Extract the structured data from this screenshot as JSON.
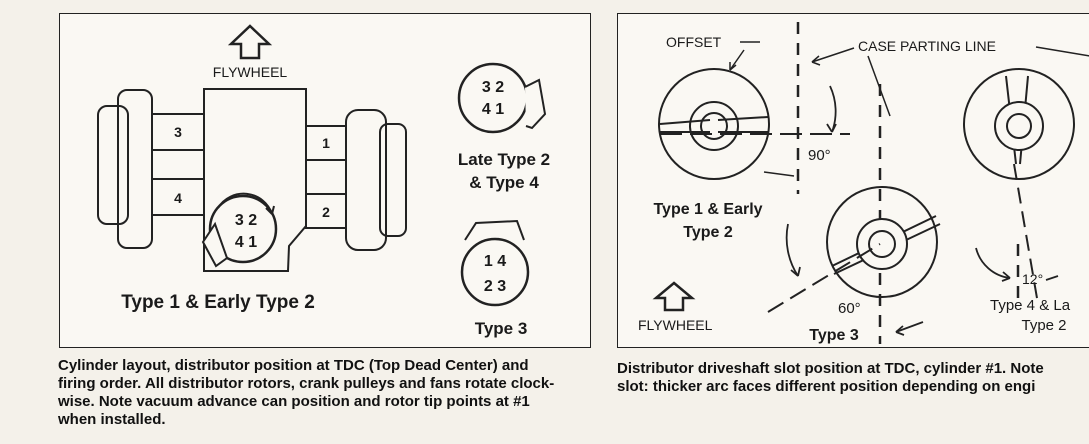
{
  "left_diagram": {
    "flywheel_label": "FLYWHEEL",
    "cylinders": {
      "c1": "1",
      "c2": "2",
      "c3": "3",
      "c4": "4"
    },
    "distributor_main": {
      "row1": "3 2",
      "row2": "4 1"
    },
    "distributor_late": {
      "row1": "3 2",
      "row2": "4 1"
    },
    "distributor_type3": {
      "row1": "1 4",
      "row2": "2 3"
    },
    "type1_title": "Type 1 & Early Type 2",
    "late_label_line1": "Late Type 2",
    "late_label_line2": "& Type 4",
    "type3_label": "Type 3"
  },
  "caption_left": {
    "line1": "Cylinder layout, distributor position at TDC (Top Dead Center) and",
    "line2": "firing order. All distributor rotors, crank pulleys and fans rotate clock-",
    "line3": "wise. Note vacuum advance can position and rotor tip points at #1",
    "line4": "when installed."
  },
  "right_diagram": {
    "offset_label": "OFFSET",
    "case_parting_label": "CASE PARTING LINE",
    "angle_90": "90°",
    "angle_60": "60°",
    "angle_12": "12°",
    "type1_line1": "Type 1 & Early",
    "type1_line2": "Type 2",
    "type3_label": "Type 3",
    "type4_line1": "Type 4 & La",
    "type4_line2": "Type 2",
    "flywheel_label": "FLYWHEEL"
  },
  "caption_right": {
    "line1": "Distributor driveshaft slot position at TDC, cylinder #1. Note",
    "line2": "slot: thicker arc faces different position depending on engi"
  }
}
